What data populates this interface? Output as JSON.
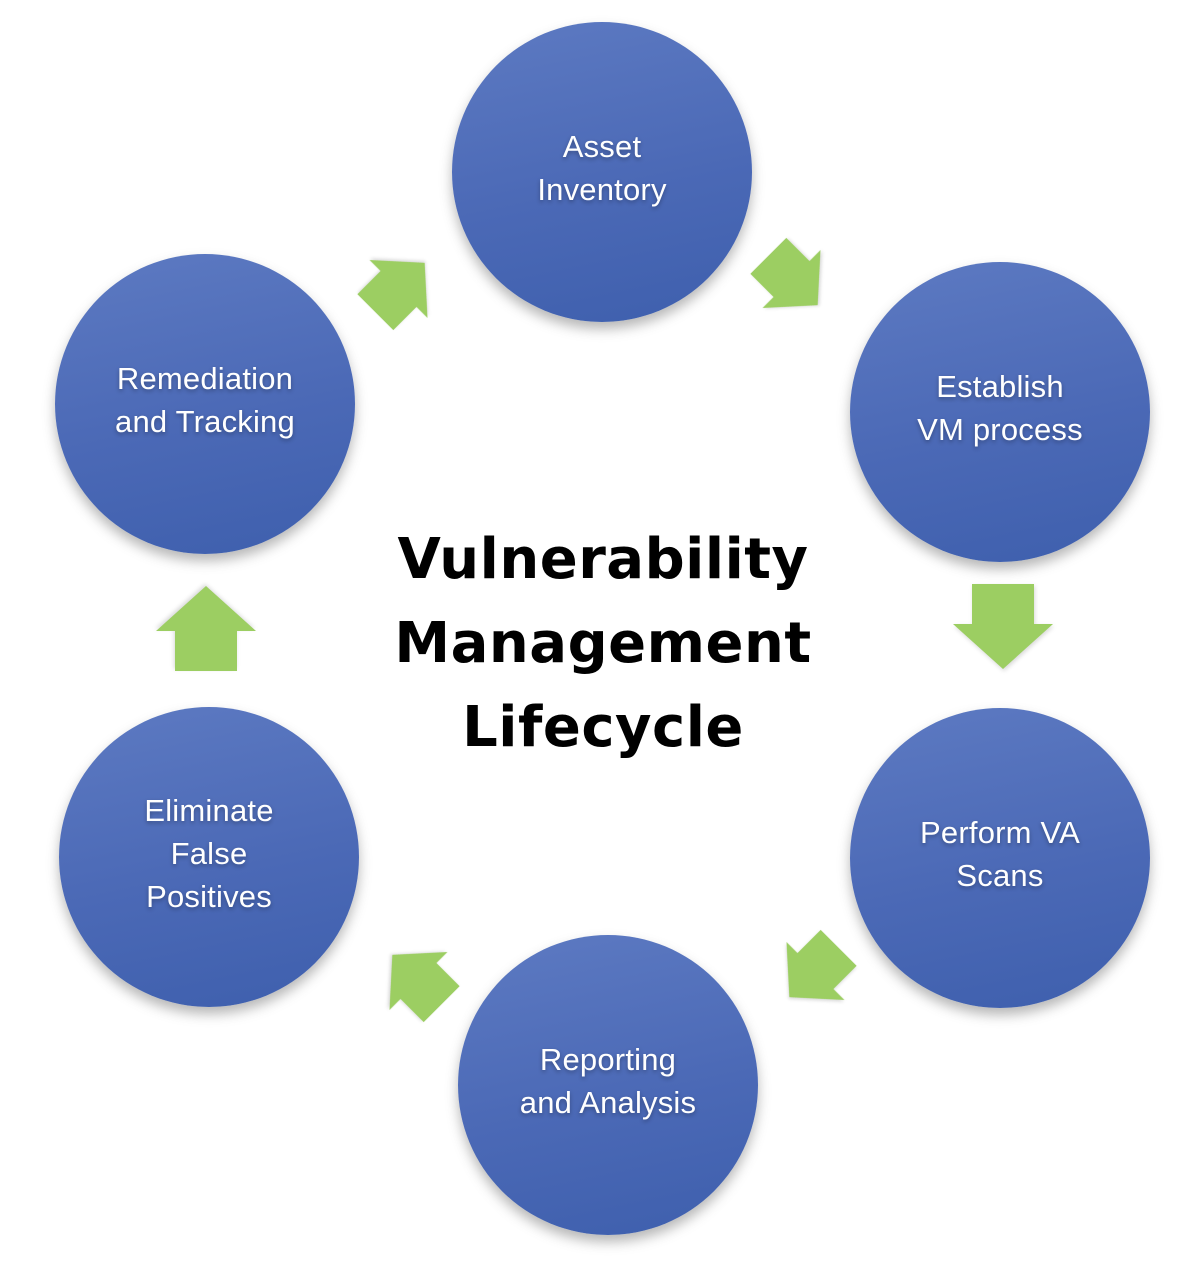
{
  "diagram": {
    "title": {
      "text": "Vulnerability Management Lifecycle",
      "lines": [
        "Vulnerability",
        "Management",
        "Lifecycle"
      ]
    },
    "nodes": [
      {
        "id": "asset-inventory",
        "text": "Asset Inventory",
        "lines": [
          "Asset",
          "Inventory"
        ]
      },
      {
        "id": "establish-vm-process",
        "text": "Establish VM process",
        "lines": [
          "Establish",
          "VM process"
        ]
      },
      {
        "id": "perform-va-scans",
        "text": "Perform VA Scans",
        "lines": [
          "Perform VA",
          "Scans"
        ]
      },
      {
        "id": "reporting-and-analysis",
        "text": "Reporting and Analysis",
        "lines": [
          "Reporting",
          "and Analysis"
        ]
      },
      {
        "id": "eliminate-false-positives",
        "text": "Eliminate False Positives",
        "lines": [
          "Eliminate",
          "False",
          "Positives"
        ]
      },
      {
        "id": "remediation-and-tracking",
        "text": "Remediation and Tracking",
        "lines": [
          "Remediation",
          "and Tracking"
        ]
      }
    ],
    "arrows": [
      {
        "from": "asset-inventory",
        "to": "establish-vm-process",
        "direction": "down-right"
      },
      {
        "from": "establish-vm-process",
        "to": "perform-va-scans",
        "direction": "down"
      },
      {
        "from": "perform-va-scans",
        "to": "reporting-and-analysis",
        "direction": "down-left"
      },
      {
        "from": "reporting-and-analysis",
        "to": "eliminate-false-positives",
        "direction": "up-left"
      },
      {
        "from": "eliminate-false-positives",
        "to": "remediation-and-tracking",
        "direction": "up"
      },
      {
        "from": "remediation-and-tracking",
        "to": "asset-inventory",
        "direction": "up-right"
      }
    ],
    "colors": {
      "background": "#ffffff",
      "circle_gradient_top": "#5d7ac2",
      "circle_gradient_bottom": "#3e5fad",
      "arrow_green": "#9cce62",
      "title_color": "#000000",
      "node_text_color": "#ffffff"
    }
  }
}
